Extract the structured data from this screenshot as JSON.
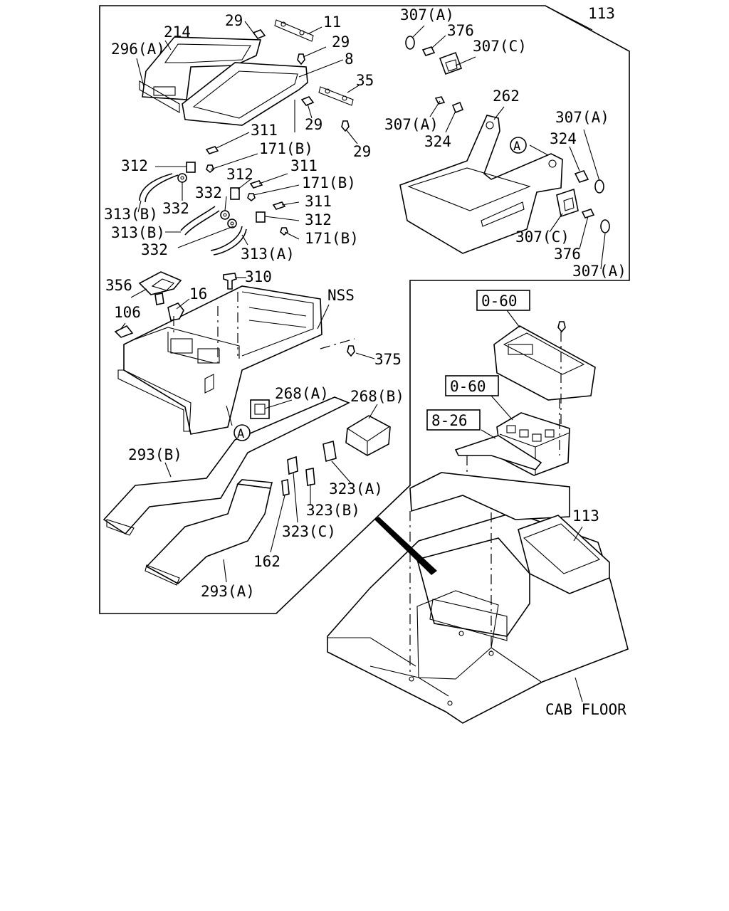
{
  "labels": {
    "l113_top": "113",
    "l29_a": "29",
    "l11": "11",
    "l214": "214",
    "l296a": "296(A)",
    "l29_b": "29",
    "l8": "8",
    "l35": "35",
    "l29_c": "29",
    "l29_d": "29",
    "l311_a": "311",
    "l171b_a": "171(B)",
    "l312_a": "312",
    "l312_b": "312",
    "l311_b": "311",
    "l332_a": "332",
    "l171b_b": "171(B)",
    "l332_b": "332",
    "l311_c": "311",
    "l313b_a": "313(B)",
    "l312_c": "312",
    "l313b_b": "313(B)",
    "l171b_c": "171(B)",
    "l332_c": "332",
    "l313a": "313(A)",
    "l356": "356",
    "l310": "310",
    "l16": "16",
    "l106": "106",
    "lnss": "NSS",
    "l375": "375",
    "l268a": "268(A)",
    "l268b": "268(B)",
    "l293b": "293(B)",
    "l323a": "323(A)",
    "l323b": "323(B)",
    "l323c": "323(C)",
    "l162": "162",
    "l293a": "293(A)",
    "l307a_1": "307(A)",
    "l376_a": "376",
    "l307c_a": "307(C)",
    "l262": "262",
    "l307a_2": "307(A)",
    "l324_a": "324",
    "l307a_3": "307(A)",
    "l324_b": "324",
    "l307c_b": "307(C)",
    "l376_b": "376",
    "l307a_4": "307(A)",
    "l060_a": "0-60",
    "l060_b": "0-60",
    "l826": "8-26",
    "l113_b": "113",
    "lcab": "CAB FLOOR",
    "circle_a1": "A",
    "circle_a2": "A"
  }
}
